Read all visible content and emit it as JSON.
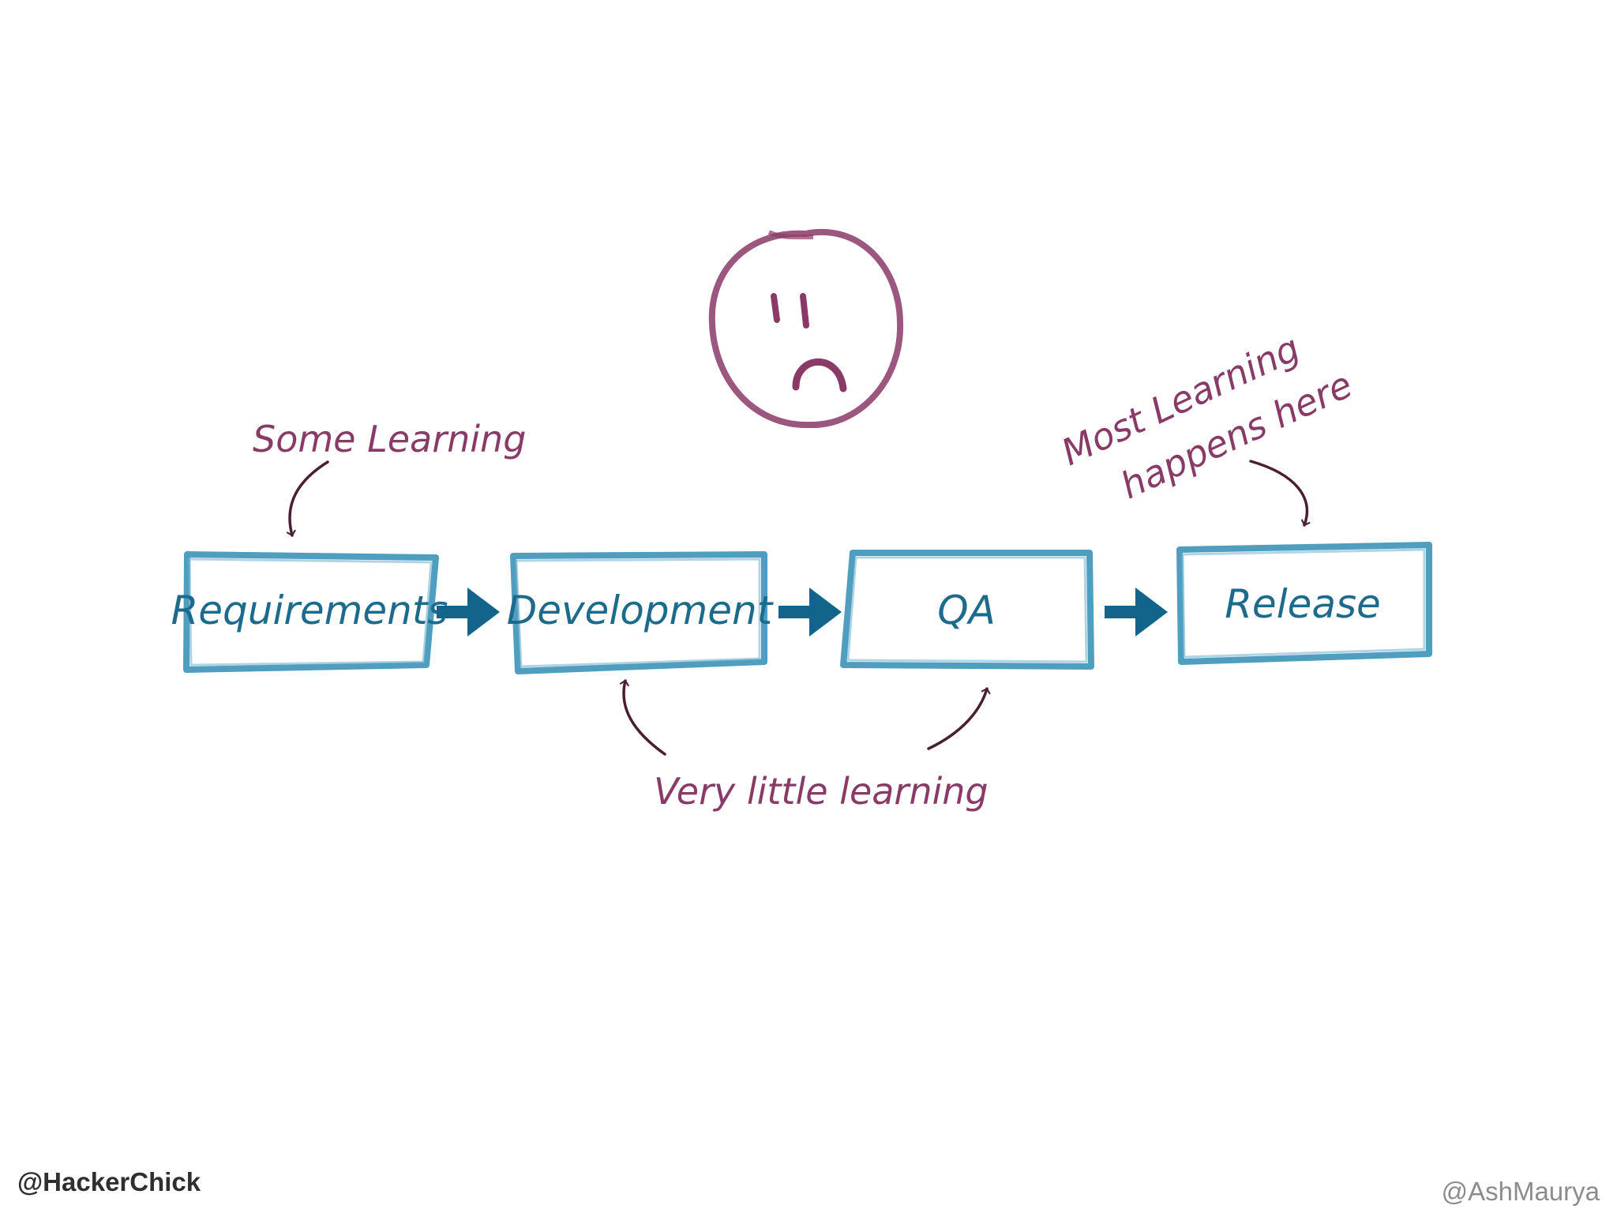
{
  "diagram": {
    "face": {
      "expression": "sad",
      "icon": "sad-face-icon"
    },
    "stages": [
      {
        "label": "Requirements"
      },
      {
        "label": "Development"
      },
      {
        "label": "QA"
      },
      {
        "label": "Release"
      }
    ],
    "annotations": {
      "some_learning": "Some Learning",
      "most_learning_line1": "Most Learning",
      "most_learning_line2": "happens here",
      "very_little": "Very little learning"
    },
    "colors": {
      "box_stroke": "#4f9ec0",
      "box_text": "#1c6a8c",
      "flow_arrow": "#12648a",
      "annotation": "#8a3a66",
      "pointer": "#4a1f33"
    }
  },
  "footer": {
    "left_handle": "@HackerChick",
    "right_handle": "@AshMaurya"
  }
}
